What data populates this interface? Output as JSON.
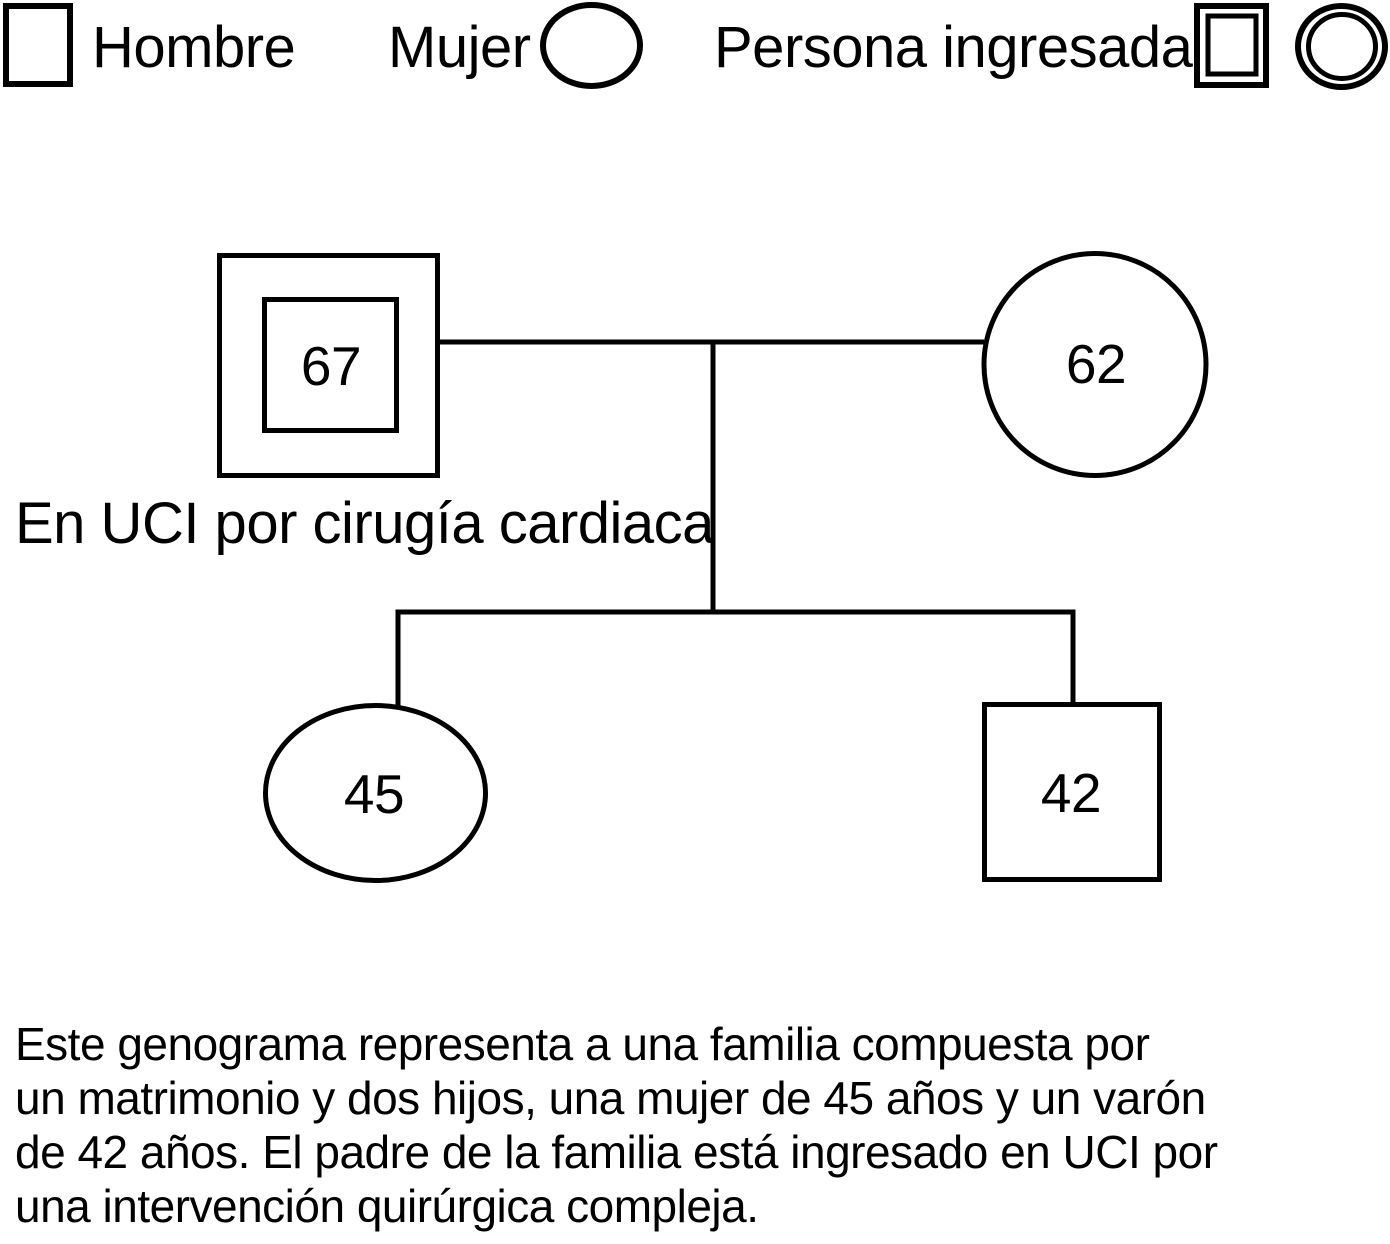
{
  "legend": {
    "male_label": "Hombre",
    "female_label": "Mujer",
    "admitted_label": "Persona ingresada"
  },
  "genogram": {
    "father": {
      "age": "67",
      "status_note": "En UCI por cirugía cardiaca"
    },
    "mother": {
      "age": "62"
    },
    "daughter": {
      "age": "45"
    },
    "son": {
      "age": "42"
    }
  },
  "description": {
    "text": "Este genograma representa a una familia compuesta por\nun matrimonio y dos hijos, una mujer de 45 años y un varón\nde 42 años. El padre de la familia está ingresado en UCI por\nuna intervención quirúrgica compleja."
  },
  "colors": {
    "ink": "#000000",
    "background": "#ffffff"
  }
}
